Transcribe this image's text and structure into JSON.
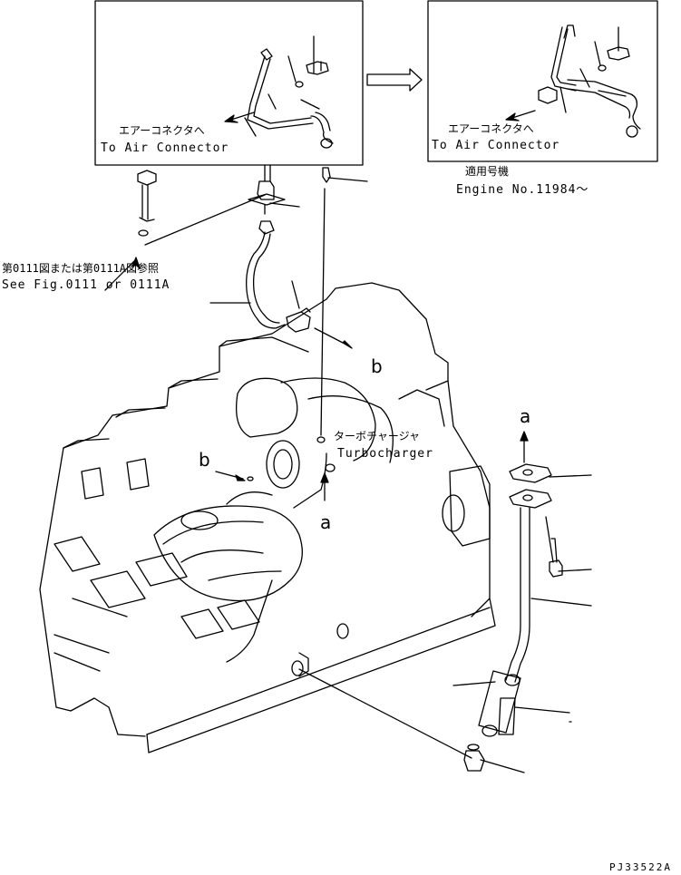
{
  "detail_left": {
    "callout_jp": "エアーコネクタへ",
    "callout_en": "To Air Connector"
  },
  "detail_right": {
    "callout_jp": "エアーコネクタへ",
    "callout_en": "To Air Connector",
    "applicability_jp": "適用号機",
    "applicability_en": "Engine No.11984～"
  },
  "reference": {
    "jp": "第0111図または第0111A図参照",
    "en": "See Fig.0111 or 0111A"
  },
  "turbocharger": {
    "jp": "ターボチャージャ",
    "en": "Turbocharger"
  },
  "markers": {
    "b_upper": "b",
    "b_lower": "b",
    "a_center": "a",
    "a_right": "a"
  },
  "drawing_code": "PJ33522A"
}
